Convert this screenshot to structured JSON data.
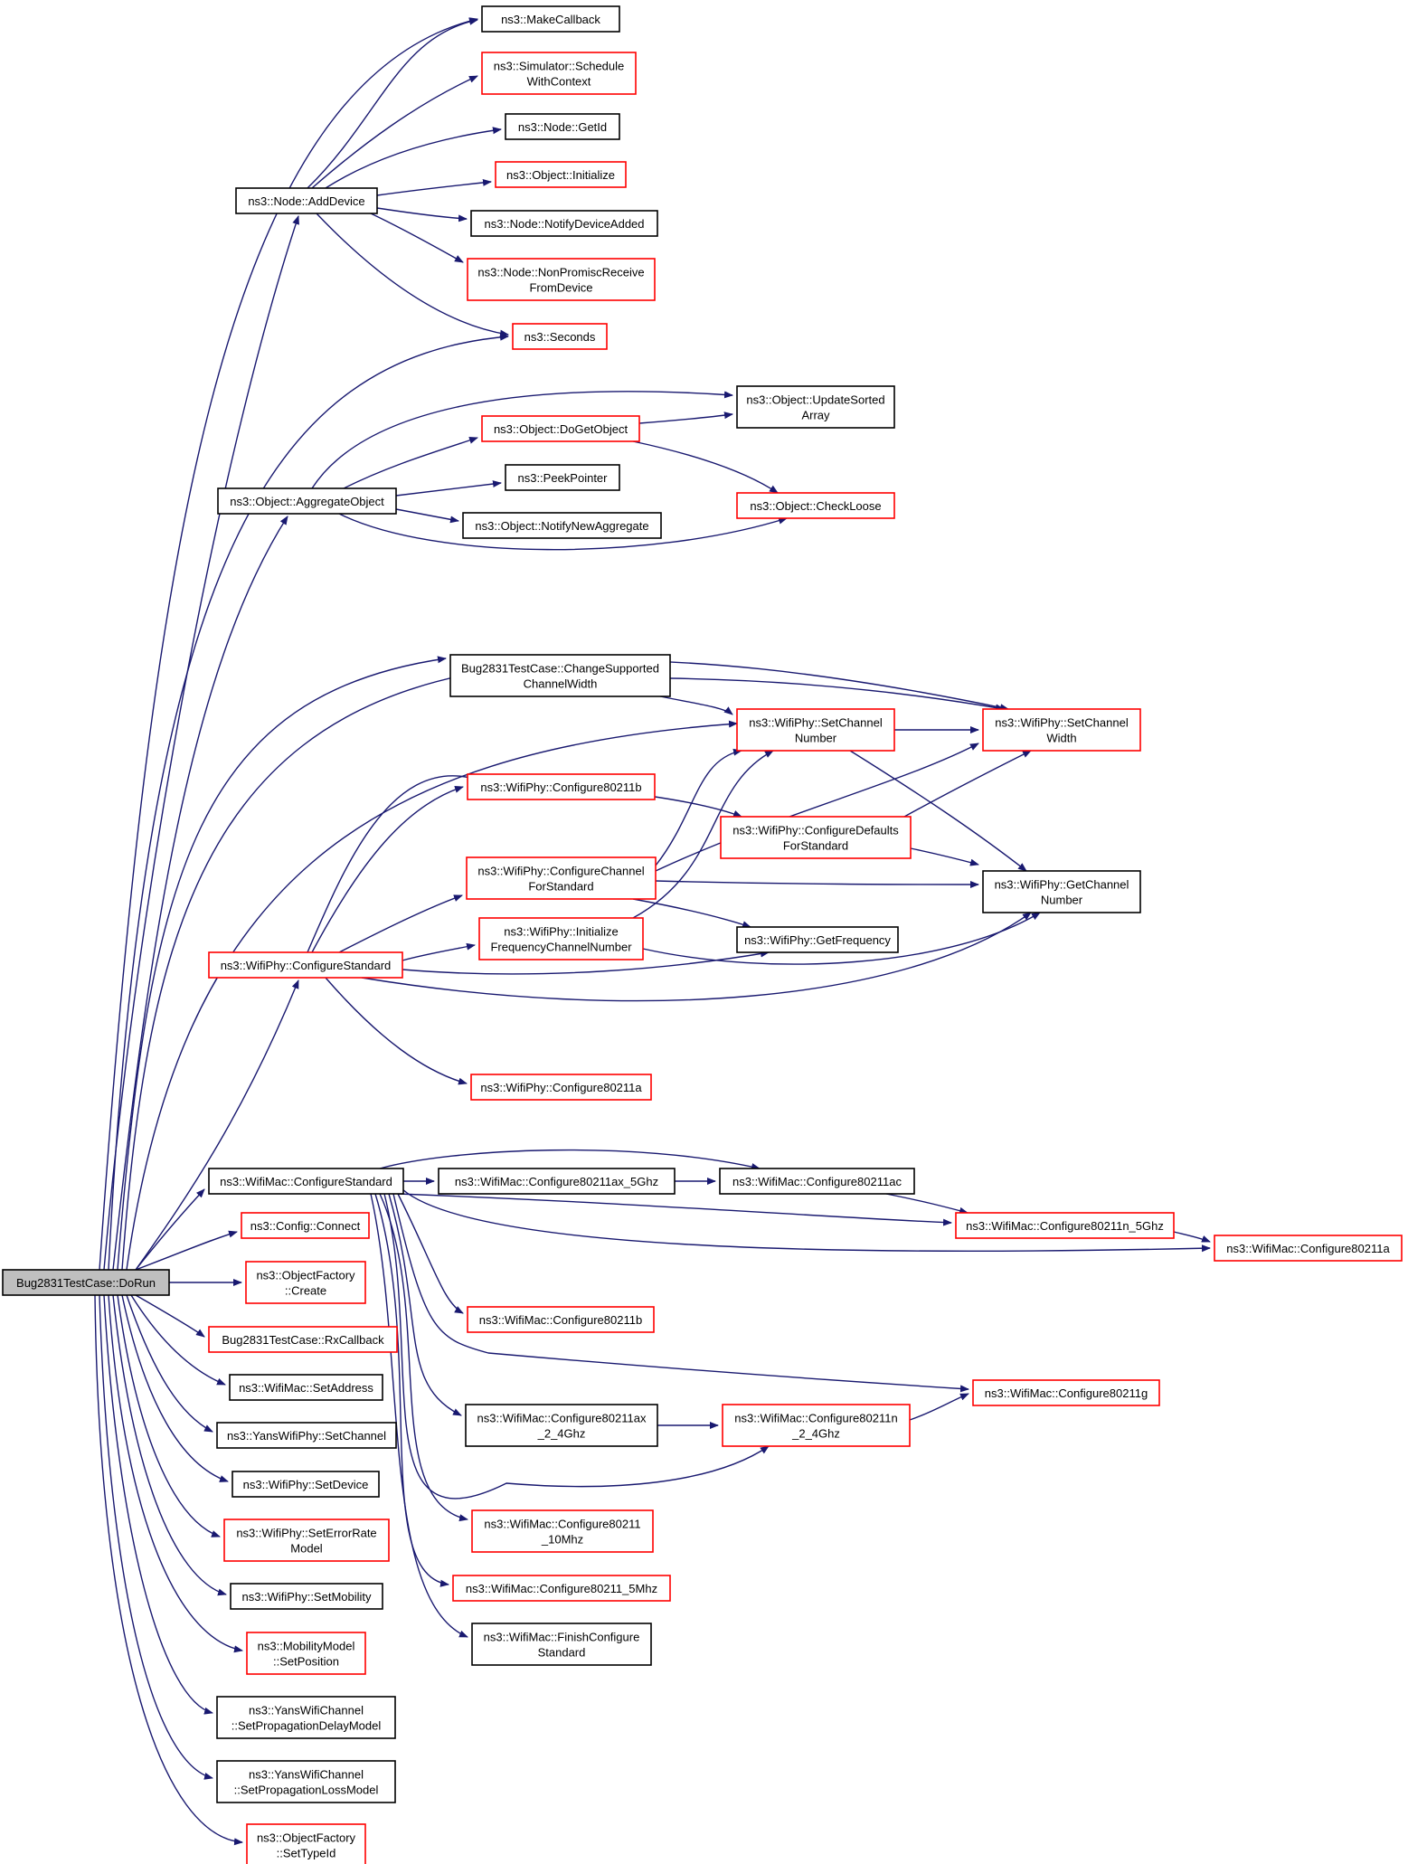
{
  "colors": {
    "edge": "#191970",
    "documented_border": "#000000",
    "undocumented_border": "#ff0000",
    "root_fill": "#bfbfbf"
  },
  "nodes": [
    {
      "id": "dorun",
      "lines": [
        "Bug2831TestCase::DoRun"
      ],
      "kind": "root"
    },
    {
      "id": "makecallback",
      "lines": [
        "ns3::MakeCallback"
      ],
      "kind": "black"
    },
    {
      "id": "schedule",
      "lines": [
        "ns3::Simulator::Schedule",
        "WithContext"
      ],
      "kind": "red"
    },
    {
      "id": "getid",
      "lines": [
        "ns3::Node::GetId"
      ],
      "kind": "black"
    },
    {
      "id": "initialize",
      "lines": [
        "ns3::Object::Initialize"
      ],
      "kind": "red"
    },
    {
      "id": "adddevice",
      "lines": [
        "ns3::Node::AddDevice"
      ],
      "kind": "black"
    },
    {
      "id": "notifydevice",
      "lines": [
        "ns3::Node::NotifyDeviceAdded"
      ],
      "kind": "black"
    },
    {
      "id": "nonpromisc",
      "lines": [
        "ns3::Node::NonPromiscReceive",
        "FromDevice"
      ],
      "kind": "red"
    },
    {
      "id": "seconds",
      "lines": [
        "ns3::Seconds"
      ],
      "kind": "red"
    },
    {
      "id": "updatesorted",
      "lines": [
        "ns3::Object::UpdateSorted",
        "Array"
      ],
      "kind": "black"
    },
    {
      "id": "dogetobject",
      "lines": [
        "ns3::Object::DoGetObject"
      ],
      "kind": "red"
    },
    {
      "id": "peekpointer",
      "lines": [
        "ns3::PeekPointer"
      ],
      "kind": "black"
    },
    {
      "id": "aggregate",
      "lines": [
        "ns3::Object::AggregateObject"
      ],
      "kind": "black"
    },
    {
      "id": "checkloose",
      "lines": [
        "ns3::Object::CheckLoose"
      ],
      "kind": "red"
    },
    {
      "id": "notifynewagg",
      "lines": [
        "ns3::Object::NotifyNewAggregate"
      ],
      "kind": "black"
    },
    {
      "id": "changesupported",
      "lines": [
        "Bug2831TestCase::ChangeSupported",
        "ChannelWidth"
      ],
      "kind": "black"
    },
    {
      "id": "setchannelnumber",
      "lines": [
        "ns3::WifiPhy::SetChannel",
        "Number"
      ],
      "kind": "red"
    },
    {
      "id": "setchannelwidth",
      "lines": [
        "ns3::WifiPhy::SetChannel",
        "Width"
      ],
      "kind": "red"
    },
    {
      "id": "phy80211b",
      "lines": [
        "ns3::WifiPhy::Configure80211b"
      ],
      "kind": "red"
    },
    {
      "id": "configdefaults",
      "lines": [
        "ns3::WifiPhy::ConfigureDefaults",
        "ForStandard"
      ],
      "kind": "red"
    },
    {
      "id": "configchannel",
      "lines": [
        "ns3::WifiPhy::ConfigureChannel",
        "ForStandard"
      ],
      "kind": "red"
    },
    {
      "id": "getchannelnumber",
      "lines": [
        "ns3::WifiPhy::GetChannel",
        "Number"
      ],
      "kind": "black"
    },
    {
      "id": "initfreq",
      "lines": [
        "ns3::WifiPhy::Initialize",
        "FrequencyChannelNumber"
      ],
      "kind": "red"
    },
    {
      "id": "getfrequency",
      "lines": [
        "ns3::WifiPhy::GetFrequency"
      ],
      "kind": "black"
    },
    {
      "id": "phyconfigstd",
      "lines": [
        "ns3::WifiPhy::ConfigureStandard"
      ],
      "kind": "red"
    },
    {
      "id": "phy80211a",
      "lines": [
        "ns3::WifiPhy::Configure80211a"
      ],
      "kind": "red"
    },
    {
      "id": "macconfigstd",
      "lines": [
        "ns3::WifiMac::ConfigureStandard"
      ],
      "kind": "black"
    },
    {
      "id": "mac80211ax5",
      "lines": [
        "ns3::WifiMac::Configure80211ax_5Ghz"
      ],
      "kind": "black"
    },
    {
      "id": "mac80211ac",
      "lines": [
        "ns3::WifiMac::Configure80211ac"
      ],
      "kind": "black"
    },
    {
      "id": "mac80211n5",
      "lines": [
        "ns3::WifiMac::Configure80211n_5Ghz"
      ],
      "kind": "red"
    },
    {
      "id": "mac80211a",
      "lines": [
        "ns3::WifiMac::Configure80211a"
      ],
      "kind": "red"
    },
    {
      "id": "configconnect",
      "lines": [
        "ns3::Config::Connect"
      ],
      "kind": "red"
    },
    {
      "id": "ofcreate",
      "lines": [
        "ns3::ObjectFactory",
        "::Create"
      ],
      "kind": "red"
    },
    {
      "id": "rxcallback",
      "lines": [
        "Bug2831TestCase::RxCallback"
      ],
      "kind": "red"
    },
    {
      "id": "mac80211b",
      "lines": [
        "ns3::WifiMac::Configure80211b"
      ],
      "kind": "red"
    },
    {
      "id": "setaddress",
      "lines": [
        "ns3::WifiMac::SetAddress"
      ],
      "kind": "black"
    },
    {
      "id": "mac80211g",
      "lines": [
        "ns3::WifiMac::Configure80211g"
      ],
      "kind": "red"
    },
    {
      "id": "mac80211ax24",
      "lines": [
        "ns3::WifiMac::Configure80211ax",
        "_2_4Ghz"
      ],
      "kind": "black"
    },
    {
      "id": "mac80211n24",
      "lines": [
        "ns3::WifiMac::Configure80211n",
        "_2_4Ghz"
      ],
      "kind": "red"
    },
    {
      "id": "yanssetchannel",
      "lines": [
        "ns3::YansWifiPhy::SetChannel"
      ],
      "kind": "black"
    },
    {
      "id": "setdevice",
      "lines": [
        "ns3::WifiPhy::SetDevice"
      ],
      "kind": "black"
    },
    {
      "id": "seterrorrate",
      "lines": [
        "ns3::WifiPhy::SetErrorRate",
        "Model"
      ],
      "kind": "red"
    },
    {
      "id": "mac10mhz",
      "lines": [
        "ns3::WifiMac::Configure80211",
        "_10Mhz"
      ],
      "kind": "red"
    },
    {
      "id": "mac5mhz",
      "lines": [
        "ns3::WifiMac::Configure80211_5Mhz"
      ],
      "kind": "red"
    },
    {
      "id": "setmobility",
      "lines": [
        "ns3::WifiPhy::SetMobility"
      ],
      "kind": "black"
    },
    {
      "id": "finishconfig",
      "lines": [
        "ns3::WifiMac::FinishConfigure",
        "Standard"
      ],
      "kind": "black"
    },
    {
      "id": "setposition",
      "lines": [
        "ns3::MobilityModel",
        "::SetPosition"
      ],
      "kind": "red"
    },
    {
      "id": "propdelay",
      "lines": [
        "ns3::YansWifiChannel",
        "::SetPropagationDelayModel"
      ],
      "kind": "black"
    },
    {
      "id": "proploss",
      "lines": [
        "ns3::YansWifiChannel",
        "::SetPropagationLossModel"
      ],
      "kind": "black"
    },
    {
      "id": "settypeid",
      "lines": [
        "ns3::ObjectFactory",
        "::SetTypeId"
      ],
      "kind": "red"
    }
  ]
}
